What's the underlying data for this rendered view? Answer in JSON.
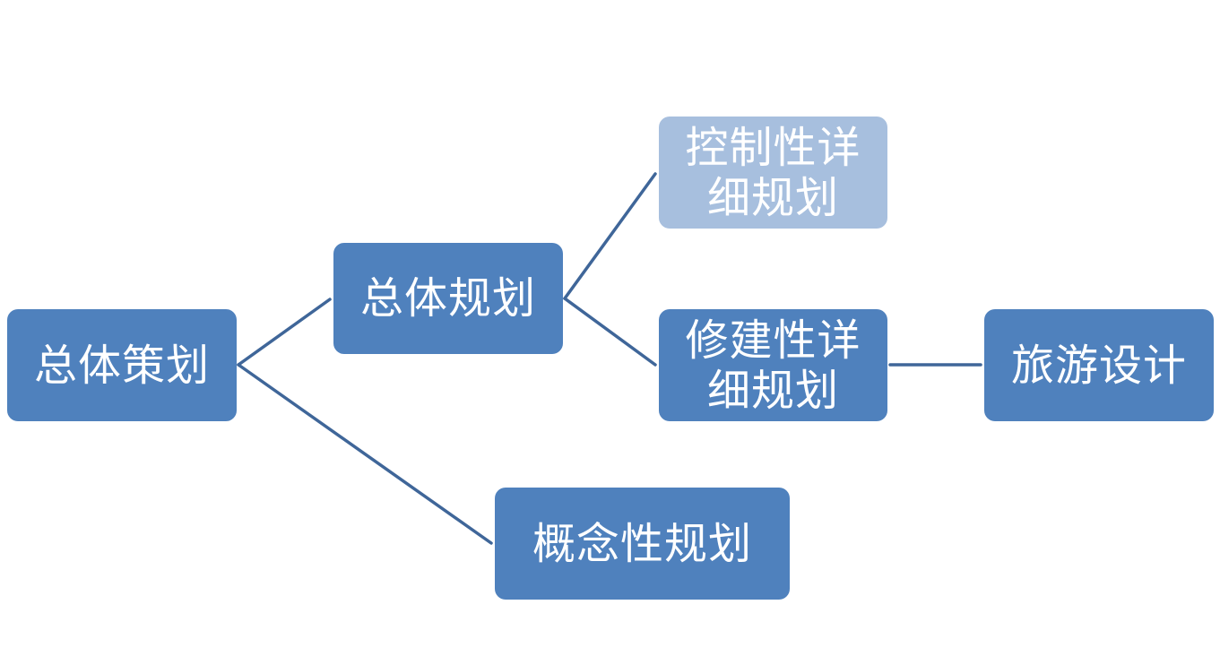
{
  "colors": {
    "primary": "#4f81bd",
    "light": "#a7bfde",
    "connector": "#3f6699",
    "text": "#ffffff"
  },
  "nodes": {
    "root": {
      "lines": [
        "总体策划"
      ]
    },
    "master": {
      "lines": [
        "总体规划"
      ]
    },
    "control": {
      "lines": [
        "控制性详",
        "细规划"
      ]
    },
    "build": {
      "lines": [
        "修建性详",
        "细规划"
      ]
    },
    "travel": {
      "lines": [
        "旅游设计"
      ]
    },
    "concept": {
      "lines": [
        "概念性规划"
      ]
    }
  }
}
